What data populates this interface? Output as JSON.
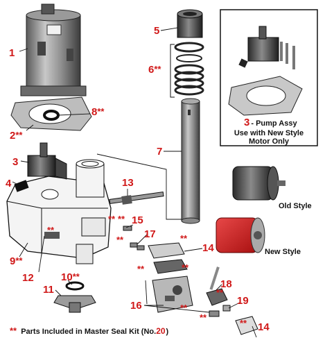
{
  "stars": "**",
  "callouts": [
    {
      "id": "c1",
      "num": "1",
      "stars": false
    },
    {
      "id": "c2",
      "num": "2",
      "stars": true
    },
    {
      "id": "c3",
      "num": "3",
      "stars": false
    },
    {
      "id": "c4",
      "num": "4",
      "stars": false
    },
    {
      "id": "c5",
      "num": "5",
      "stars": false
    },
    {
      "id": "c6",
      "num": "6",
      "stars": true
    },
    {
      "id": "c7",
      "num": "7",
      "stars": false
    },
    {
      "id": "c8",
      "num": "8",
      "stars": true
    },
    {
      "id": "c9",
      "num": "9",
      "stars": true
    },
    {
      "id": "c10",
      "num": "10",
      "stars": true
    },
    {
      "id": "c11",
      "num": "11",
      "stars": false
    },
    {
      "id": "c12",
      "num": "12",
      "stars": false
    },
    {
      "id": "c13",
      "num": "13",
      "stars": false
    },
    {
      "id": "c14a",
      "num": "14",
      "stars": false
    },
    {
      "id": "c14b",
      "num": "14",
      "stars": false
    },
    {
      "id": "c15",
      "num": "15",
      "stars": false
    },
    {
      "id": "c16",
      "num": "16",
      "stars": false
    },
    {
      "id": "c17",
      "num": "17",
      "stars": false
    },
    {
      "id": "c18",
      "num": "18",
      "stars": false
    },
    {
      "id": "c19",
      "num": "19",
      "stars": false
    }
  ],
  "inset": {
    "num": "3",
    "title": "- Pump Assy",
    "line2": "Use with New Style",
    "line3": "Motor Only"
  },
  "old_style": "Old Style",
  "new_style": "New Style",
  "footer": {
    "stars": "**",
    "text": "Parts Included in Master Seal Kit (No.",
    "kit_no": "20",
    "close": ")"
  },
  "colors": {
    "callout": "#d01818",
    "new_motor": "#cc1f1f",
    "old_motor": "#1b1b1b"
  }
}
